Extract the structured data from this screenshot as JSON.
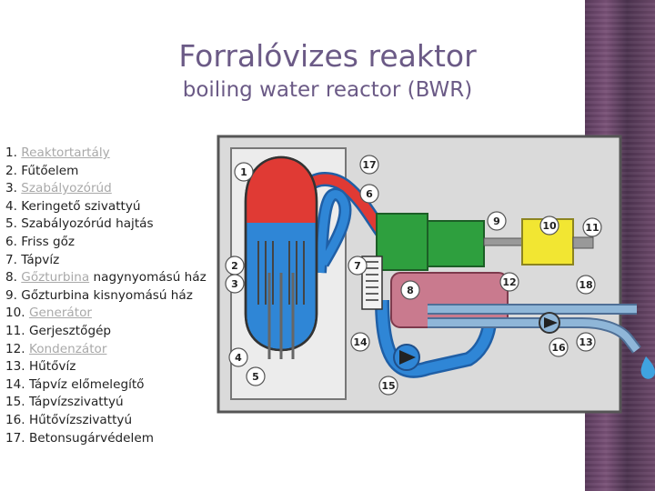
{
  "title": "Forralóvizes reaktor",
  "subtitle": "boiling water reactor (BWR)",
  "legend": [
    {
      "num": "1.",
      "text": "Reaktortartály",
      "link": true
    },
    {
      "num": "2.",
      "text": "Fűtőelem",
      "link": false
    },
    {
      "num": "3.",
      "text": "Szabályozórúd",
      "link": true
    },
    {
      "num": "4.",
      "text": "Keringető szivattyú",
      "link": false
    },
    {
      "num": "5.",
      "text": "Szabályozórúd hajtás",
      "link": false
    },
    {
      "num": "6.",
      "text": "Friss gőz",
      "link": false
    },
    {
      "num": "7.",
      "text": "Tápvíz",
      "link": false
    },
    {
      "num": "8.",
      "text": "Gőzturbina",
      "link": true,
      "suffix": " nagynyomású ház"
    },
    {
      "num": "9.",
      "text": "Gőzturbina kisnyomású ház",
      "link": false
    },
    {
      "num": "10.",
      "text": "Generátor",
      "link": true
    },
    {
      "num": "11.",
      "text": "Gerjesztőgép",
      "link": false
    },
    {
      "num": "12.",
      "text": "Kondenzátor",
      "link": true
    },
    {
      "num": "13.",
      "text": "Hűtővíz",
      "link": false
    },
    {
      "num": "14.",
      "text": "Tápvíz előmelegítő",
      "link": false
    },
    {
      "num": "15.",
      "text": "Tápvízszivattyú",
      "link": false
    },
    {
      "num": "16.",
      "text": "Hűtővízszivattyú",
      "link": false
    },
    {
      "num": "17.",
      "text": "Betonsugárvédelem",
      "link": false
    }
  ],
  "diagram_labels": [
    "1",
    "2",
    "3",
    "4",
    "5",
    "6",
    "7",
    "8",
    "9",
    "10",
    "11",
    "12",
    "13",
    "14",
    "15",
    "16",
    "17",
    "18"
  ],
  "colors": {
    "title": "#6b5a86",
    "link": "#a9a9a9",
    "steam_hot": "#e03a34",
    "water": "#2f86d6",
    "turbine_hp": "#2e9f3e",
    "generator": "#f2e632",
    "condenser": "#c97a8e",
    "concrete": "#dadada",
    "cooling": "#8fb6d8"
  }
}
